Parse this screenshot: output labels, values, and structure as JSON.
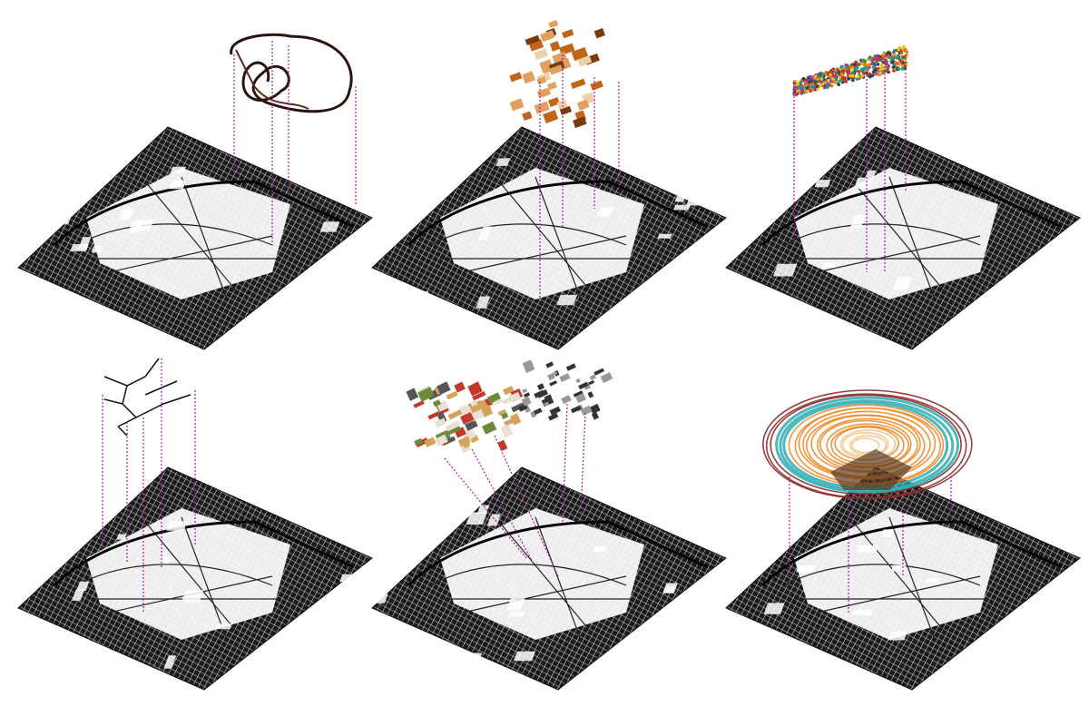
{
  "colors": {
    "background": "#ffffff",
    "map_fill": "#1a1a1a",
    "map_lines": "#ffffff",
    "leader_lines": "#b0169e"
  },
  "panels": [
    {
      "overlay": "looping-path-trace",
      "colors": [
        "#2a1410",
        "#5a2a1e"
      ]
    },
    {
      "overlay": "brown-patch-cluster",
      "colors": [
        "#7a3a10",
        "#c0651a",
        "#e0a060",
        "#f0d0a8"
      ]
    },
    {
      "overlay": "multicolor-dot-field",
      "colors": [
        "#c0392b",
        "#2c3e50",
        "#f1c40f",
        "#8e44ad",
        "#16a085",
        "#e67e22"
      ]
    },
    {
      "overlay": "branching-network",
      "colors": [
        "#111111"
      ]
    },
    {
      "overlay": "photo-collage-fragments",
      "colors": [
        "#c0392b",
        "#6d8a3c",
        "#d4a35a",
        "#555555",
        "#e8e0d0"
      ]
    },
    {
      "overlay": "concentric-rings",
      "colors": [
        "#8b2b2b",
        "#3bb0b8",
        "#f08a2a",
        "#f5c58a",
        "#5a3a20"
      ]
    }
  ]
}
